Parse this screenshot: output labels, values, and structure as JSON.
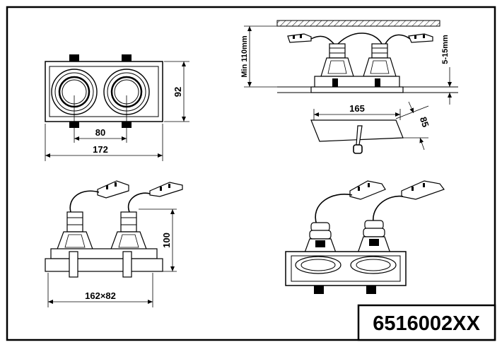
{
  "sheet": {
    "model_number": "6516002XX"
  },
  "top_view": {
    "width_label": "172",
    "height_label": "92",
    "spacing_label": "80"
  },
  "section_view": {
    "min_height_label": "Min 110mm",
    "ceiling_thickness_label": "5-15mm"
  },
  "cutout_view": {
    "length_label": "165",
    "width_label": "85"
  },
  "front_view": {
    "height_label": "100",
    "width_label": "162×82"
  },
  "colors": {
    "line": "#000000",
    "background": "#ffffff"
  }
}
